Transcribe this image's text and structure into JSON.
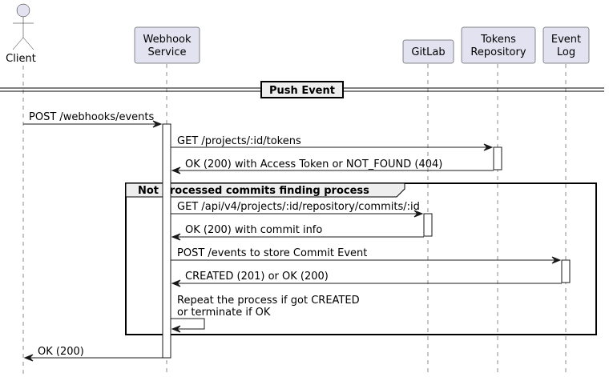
{
  "participants": [
    {
      "id": "client",
      "label_lines": [
        "Client"
      ],
      "kind": "actor"
    },
    {
      "id": "webhook",
      "label_lines": [
        "Webhook",
        "Service"
      ],
      "kind": "participant"
    },
    {
      "id": "gitlab",
      "label_lines": [
        "GitLab"
      ],
      "kind": "participant"
    },
    {
      "id": "tokens",
      "label_lines": [
        "Tokens",
        "Repository"
      ],
      "kind": "participant"
    },
    {
      "id": "eventlog",
      "label_lines": [
        "Event",
        "Log"
      ],
      "kind": "participant"
    }
  ],
  "divider": {
    "label": "Push Event"
  },
  "group": {
    "label": "Not processed commits finding process"
  },
  "messages": [
    {
      "from": "client",
      "to": "webhook",
      "lines": [
        "POST /webhooks/events"
      ],
      "style": "solid"
    },
    {
      "from": "webhook",
      "to": "tokens",
      "lines": [
        "GET /projects/:id/tokens"
      ],
      "style": "solid"
    },
    {
      "from": "tokens",
      "to": "webhook",
      "lines": [
        "OK (200) with Access Token or NOT_FOUND (404)"
      ],
      "style": "solid"
    },
    {
      "from": "webhook",
      "to": "gitlab",
      "lines": [
        "GET /api/v4/projects/:id/repository/commits/:id"
      ],
      "style": "solid"
    },
    {
      "from": "gitlab",
      "to": "webhook",
      "lines": [
        "OK (200) with commit info"
      ],
      "style": "solid"
    },
    {
      "from": "webhook",
      "to": "eventlog",
      "lines": [
        "POST /events to store Commit Event"
      ],
      "style": "solid"
    },
    {
      "from": "eventlog",
      "to": "webhook",
      "lines": [
        "CREATED (201) or OK (200)"
      ],
      "style": "solid"
    },
    {
      "from": "webhook",
      "to": "webhook",
      "lines": [
        "Repeat the process if got CREATED",
        "or terminate if OK"
      ],
      "style": "self"
    },
    {
      "from": "webhook",
      "to": "client",
      "lines": [
        "OK (200)"
      ],
      "style": "solid"
    }
  ]
}
